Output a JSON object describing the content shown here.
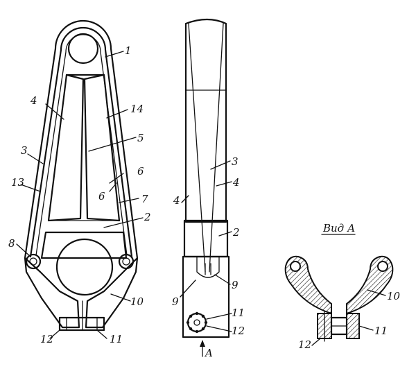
{
  "labels": {
    "front": [
      "1",
      "4",
      "14",
      "5",
      "3",
      "6",
      "13",
      "6",
      "7",
      "2",
      "8",
      "10",
      "12",
      "11"
    ],
    "side": [
      "3",
      "4",
      "4",
      "2",
      "9",
      "9",
      "11",
      "12",
      "A"
    ],
    "view_a": [
      "Вид А",
      "10",
      "11",
      "12"
    ]
  }
}
